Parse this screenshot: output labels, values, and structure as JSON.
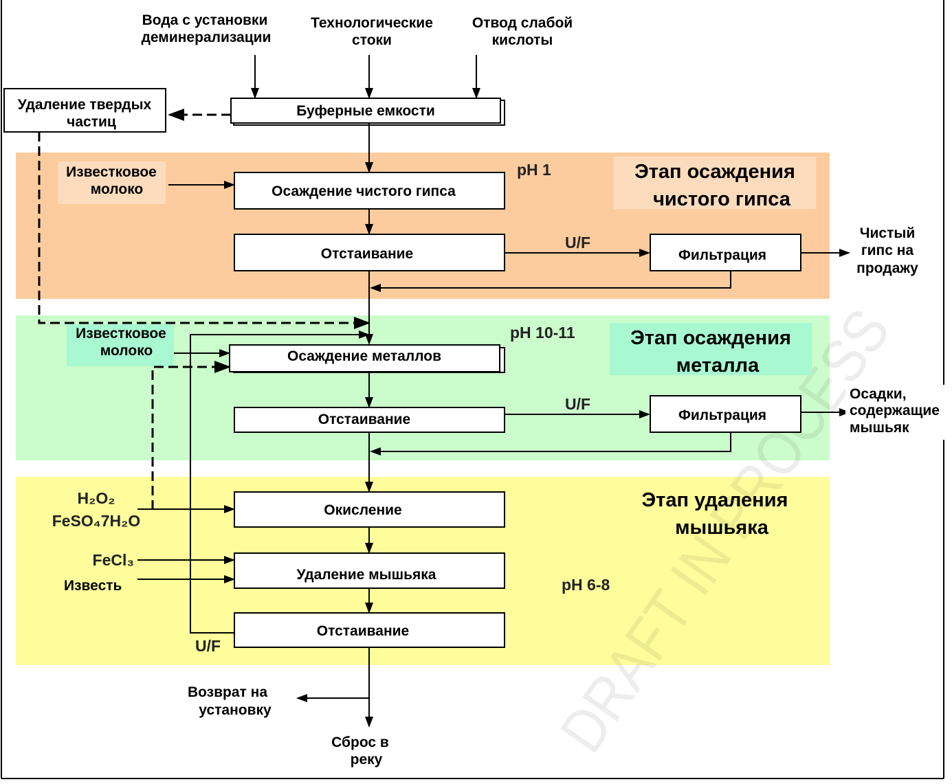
{
  "colors": {
    "stage_gypsum": "#fccc9e",
    "stage_metal": "#cbfccb",
    "stage_arsenic": "#fdfd9b",
    "label_gypsum": "#fddcbd",
    "label_metal": "#a8f8d2"
  },
  "inputs": {
    "demin_water": [
      "Вода с установки",
      "деминерализации"
    ],
    "process_effluent": [
      "Технологические",
      "стоки"
    ],
    "weak_acid": [
      "Отвод слабой",
      "кислоты"
    ]
  },
  "solids_removal": [
    "Удаление твердых",
    "частиц"
  ],
  "buffer_tanks": "Буферные емкости",
  "stage1": {
    "title": [
      "Этап осаждения",
      "чистого гипса"
    ],
    "ph": "pH 1",
    "reagent": [
      "Известковое",
      "молоко"
    ],
    "precipitation": "Осаждение чистого гипса",
    "settling": "Отстаивание",
    "uf": "U/F",
    "filtration": "Фильтрация",
    "product": [
      "Чистый",
      "гипс на",
      "продажу"
    ]
  },
  "stage2": {
    "title": [
      "Этап осаждения",
      "металла"
    ],
    "ph": "pH 10-11",
    "reagent": [
      "Известковое",
      "молоко"
    ],
    "precipitation": "Осаждение металлов",
    "settling": "Отстаивание",
    "uf": "U/F",
    "filtration": "Фильтрация",
    "product": [
      "Осадки,",
      "содержащие",
      "мышьяк"
    ]
  },
  "stage3": {
    "title": [
      "Этап удаления",
      "мышьяка"
    ],
    "ph": "pH 6-8",
    "reagent_oxid": [
      "H₂O₂",
      "FeSO₄7H₂O"
    ],
    "reagent_fecl": "FeCl₃",
    "reagent_lime": "Известь",
    "oxidation": "Окисление",
    "arsenic_removal": "Удаление мышьяка",
    "settling": "Отстаивание",
    "uf": "U/F"
  },
  "outputs": {
    "return": [
      "Возврат на",
      "установку"
    ],
    "discharge": [
      "Сброс в",
      "реку"
    ]
  },
  "watermark": "DRAFT IN PROCESS"
}
